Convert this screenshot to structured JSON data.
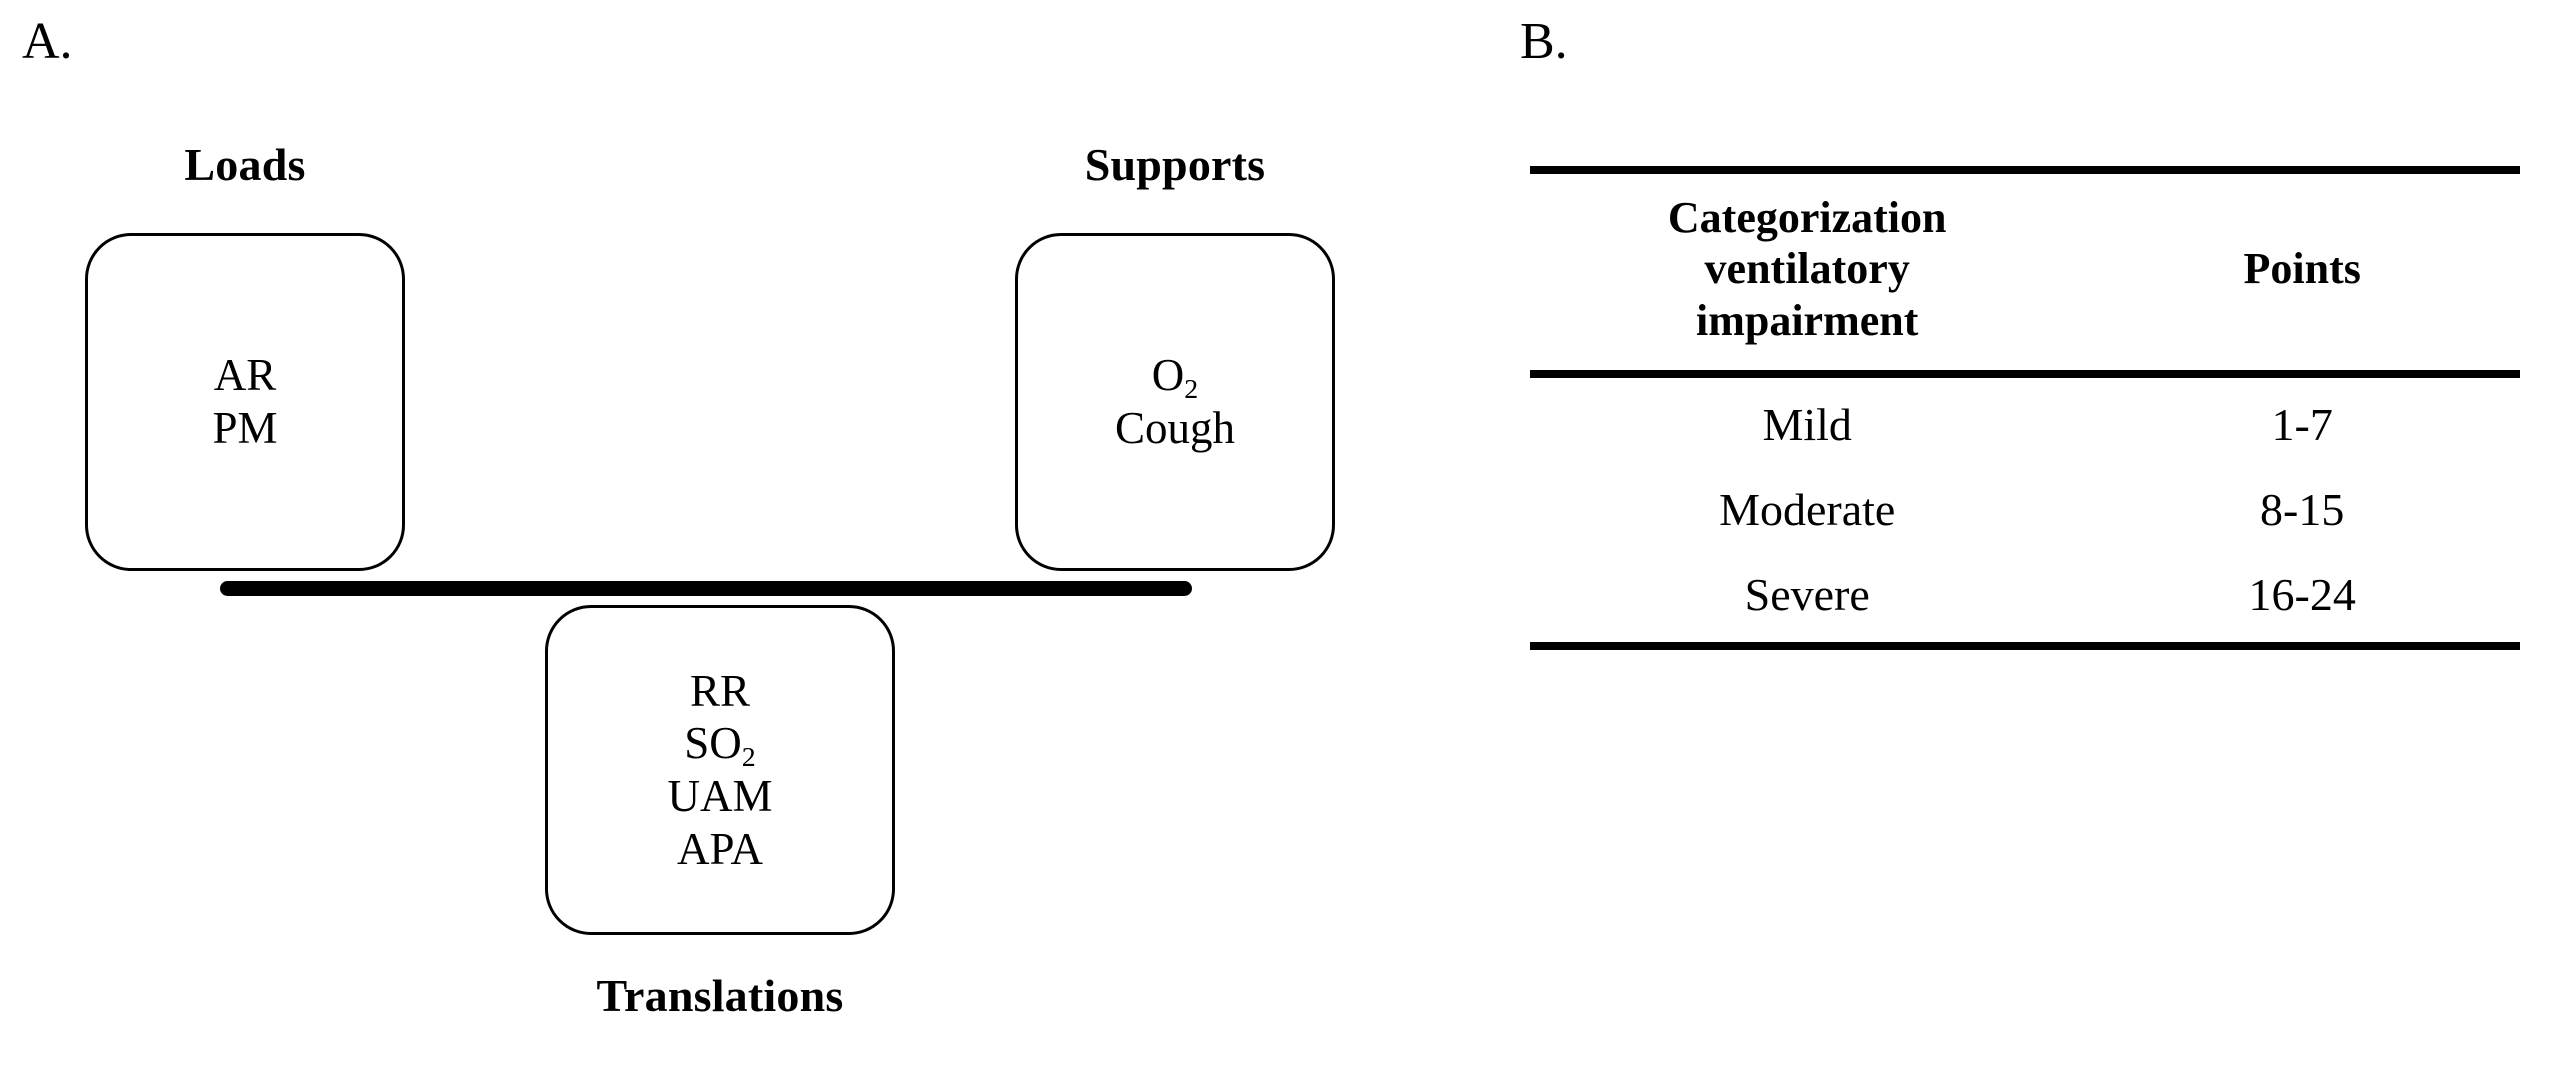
{
  "figure": {
    "panels": [
      {
        "letter": "A."
      },
      {
        "letter": "B."
      }
    ]
  },
  "panel_a": {
    "letter": "A.",
    "loads": {
      "caption": "Loads",
      "items": [
        {
          "text": "AR",
          "sub": ""
        },
        {
          "text": "PM",
          "sub": ""
        }
      ]
    },
    "supports": {
      "caption": "Supports",
      "items": [
        {
          "text": "O",
          "sub": "2"
        },
        {
          "text": "Cough",
          "sub": ""
        }
      ]
    },
    "translations": {
      "caption": "Translations",
      "items": [
        {
          "text": "RR",
          "sub": ""
        },
        {
          "text": "SO",
          "sub": "2"
        },
        {
          "text": "UAM",
          "sub": ""
        },
        {
          "text": "APA",
          "sub": ""
        }
      ]
    }
  },
  "panel_b": {
    "letter": "B.",
    "table": {
      "columns": [
        {
          "key": "category",
          "header_lines": [
            "Categorization",
            "ventilatory",
            "impairment"
          ]
        },
        {
          "key": "points",
          "header_lines": [
            "Points"
          ]
        }
      ],
      "rows": [
        {
          "category": "Mild",
          "points": "1-7"
        },
        {
          "category": "Moderate",
          "points": "8-15"
        },
        {
          "category": "Severe",
          "points": "16-24"
        }
      ]
    }
  },
  "chart_data": {
    "type": "table",
    "title": "",
    "columns": [
      "Categorization ventilatory impairment",
      "Points"
    ],
    "rows": [
      [
        "Mild",
        "1-7"
      ],
      [
        "Moderate",
        "8-15"
      ],
      [
        "Severe",
        "16-24"
      ]
    ]
  },
  "colors": {
    "background": "#ffffff",
    "ink": "#000000"
  }
}
